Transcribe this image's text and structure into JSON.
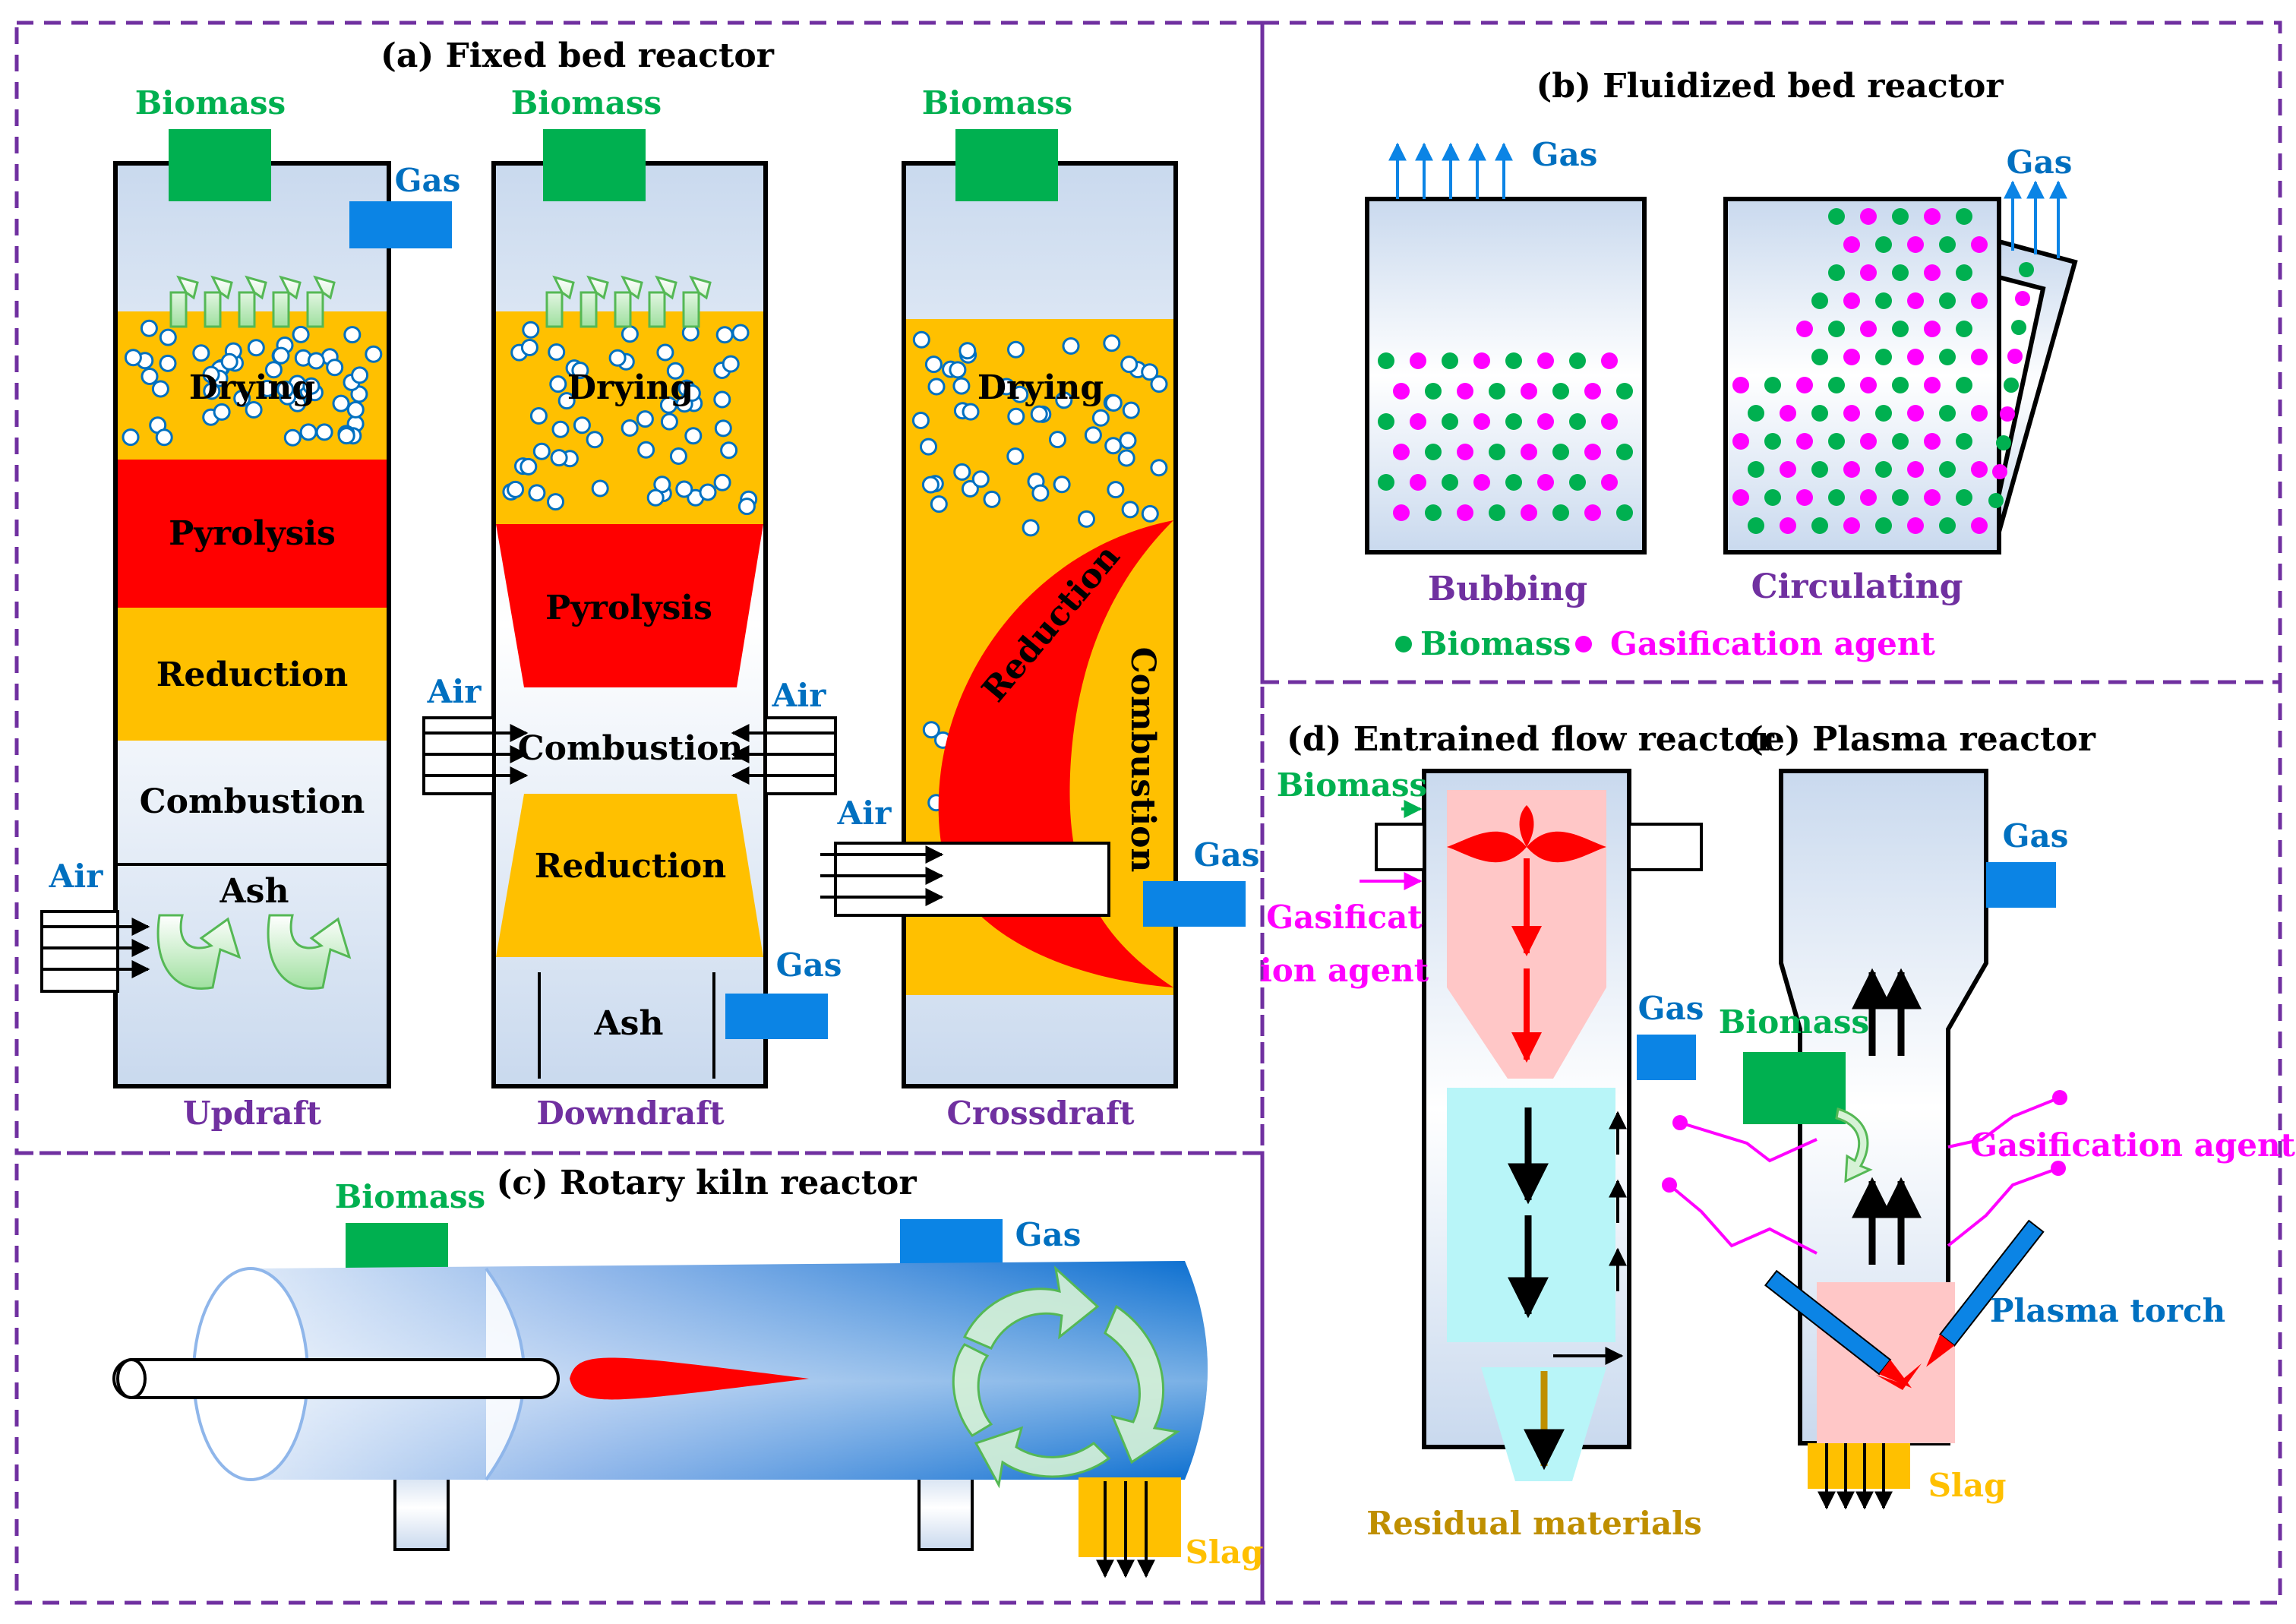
{
  "colors": {
    "border": "#7030A0",
    "green": "#00B050",
    "blue": "#0070C0",
    "gasbox": "#0B84E5",
    "red": "#FF0000",
    "orange": "#FFC000",
    "magenta": "#FF00FF",
    "purple": "#7030A0",
    "brown": "#BF8F00",
    "gold": "#FFC000",
    "lightblue": "#E6EEF8",
    "pink": "#FFC7C7",
    "cyan": "#B8F5F8"
  },
  "fixed_bed": {
    "title": "(a) Fixed bed reactor",
    "updraft": {
      "biomass": "Biomass",
      "gas": "Gas",
      "drying": "Drying",
      "pyrolysis": "Pyrolysis",
      "reduction": "Reduction",
      "combustion": "Combustion",
      "ash": "Ash",
      "air": "Air",
      "caption": "Updraft"
    },
    "downdraft": {
      "biomass": "Biomass",
      "drying": "Drying",
      "pyrolysis": "Pyrolysis",
      "air_left": "Air",
      "air_right": "Air",
      "combustion": "Combustion",
      "reduction": "Reduction",
      "ash": "Ash",
      "gas": "Gas",
      "caption": "Downdraft"
    },
    "crossdraft": {
      "biomass": "Biomass",
      "drying": "Drying",
      "reduction": "Reduction",
      "combustion": "Combustion",
      "air": "Air",
      "gas": "Gas",
      "caption": "Crossdraft"
    }
  },
  "fluidized": {
    "title": "(b) Fluidized  bed reactor",
    "gas_left": "Gas",
    "gas_right": "Gas",
    "bubbling": "Bubbing",
    "circulating": "Circulating",
    "legend_biomass": "Biomass",
    "legend_agent": "Gasification agent"
  },
  "rotary": {
    "title": "(c) Rotary kiln reactor",
    "biomass": "Biomass",
    "gas": "Gas",
    "slag": "Slag"
  },
  "entrained": {
    "title": "(d) Entrained flow reactor",
    "biomass": "Biomass",
    "agent_line1": "Gasificat",
    "agent_line2": "ion agent",
    "gas": "Gas",
    "residual": "Residual materials"
  },
  "plasma": {
    "title": "(e) Plasma reactor",
    "gas": "Gas",
    "biomass": "Biomass",
    "agent": "Gasification agent",
    "torch": "Plasma torch",
    "slag": "Slag"
  }
}
